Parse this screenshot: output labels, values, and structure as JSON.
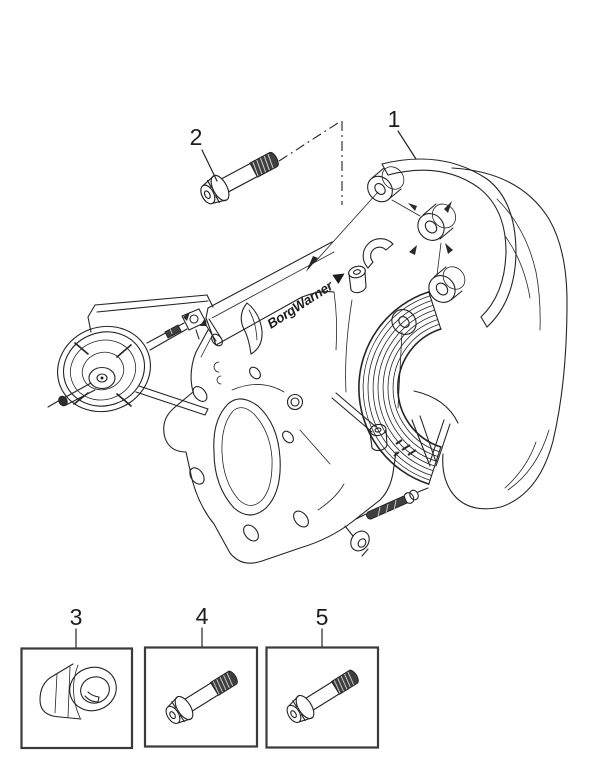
{
  "page": {
    "background_color": "#ffffff"
  },
  "diagram": {
    "kind": "exploded parts diagram",
    "subject": "turbocharger assembly",
    "brand_label": "BorgWarner",
    "line_color": "#242424",
    "thread_color": "#3f3f3f",
    "box_border_color": "#3a3a3a",
    "callouts": [
      {
        "number": "1",
        "part": "turbocharger assembly"
      },
      {
        "number": "2",
        "part": "hex flange bolt"
      },
      {
        "number": "3",
        "part": "threaded plug fitting"
      },
      {
        "number": "4",
        "part": "hex flange bolt"
      },
      {
        "number": "5",
        "part": "hex flange bolt"
      }
    ]
  }
}
